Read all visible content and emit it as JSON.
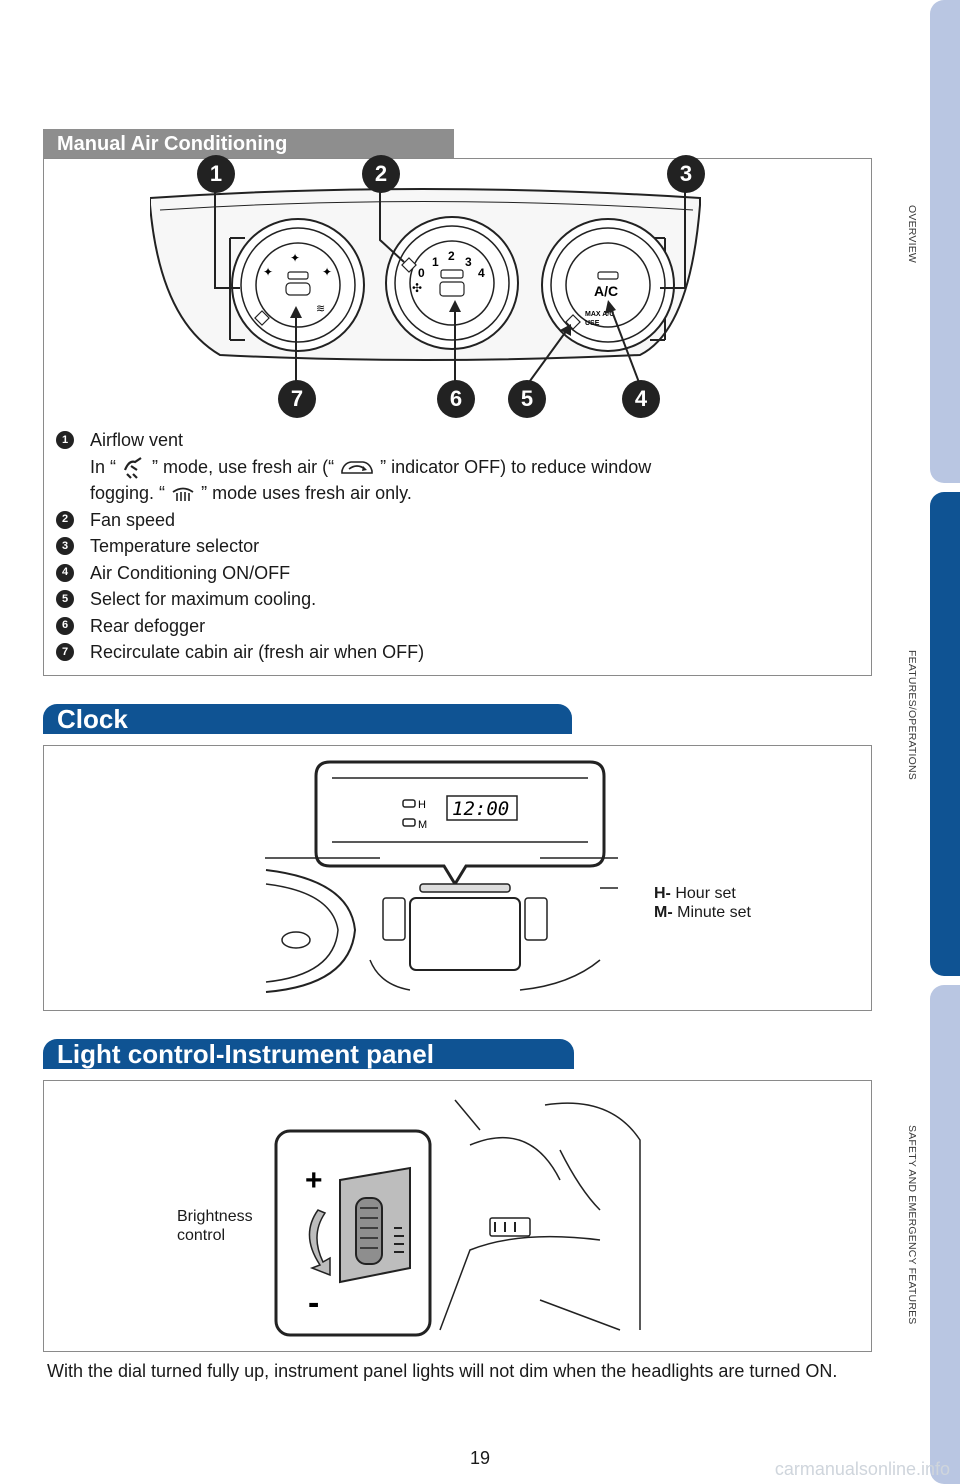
{
  "side_tabs": [
    "OVERVIEW",
    "FEATURES/OPERATIONS",
    "SAFETY AND EMERGENCY FEATURES"
  ],
  "ac_section": {
    "title": "Manual Air Conditioning",
    "callouts": [
      "1",
      "2",
      "3",
      "7",
      "6",
      "5",
      "4"
    ],
    "fan_numbers": [
      "0",
      "1",
      "2",
      "3",
      "4"
    ],
    "ac_button": "A/C",
    "max_ac_label": "MAX A/C",
    "use_label": "USE",
    "legend": [
      {
        "num": "1",
        "text": "Airflow vent"
      },
      {
        "num": "2",
        "text": "Fan speed"
      },
      {
        "num": "3",
        "text": "Temperature selector"
      },
      {
        "num": "4",
        "text": "Air Conditioning ON/OFF"
      },
      {
        "num": "5",
        "text": "Select for maximum cooling."
      },
      {
        "num": "6",
        "text": "Rear defogger"
      },
      {
        "num": "7",
        "text": "Recirculate cabin air (fresh air when OFF)"
      }
    ],
    "note_a": "In “",
    "note_b": "” mode, use fresh air (“",
    "note_c": "” indicator OFF) to reduce window",
    "note_d": "fogging. “",
    "note_e": "” mode uses fresh air only."
  },
  "clock_section": {
    "title": "Clock",
    "display_time": "12:00",
    "h_button": "H",
    "m_button": "M",
    "legend": [
      {
        "key": "H-",
        "text": "Hour set"
      },
      {
        "key": "M-",
        "text": "Minute set"
      }
    ]
  },
  "light_section": {
    "title": "Light control-Instrument panel",
    "label_line1": "Brightness",
    "label_line2": "control",
    "plus": "+",
    "minus": "-",
    "note": "With the dial turned fully up, instrument panel lights will not dim when the headlights are turned ON."
  },
  "page_number": "19",
  "watermark": "carmanualsonline.info",
  "colors": {
    "brand_blue": "#0f5393",
    "tab_light": "#b9c6e2",
    "section_grey": "#8e8e8e"
  }
}
